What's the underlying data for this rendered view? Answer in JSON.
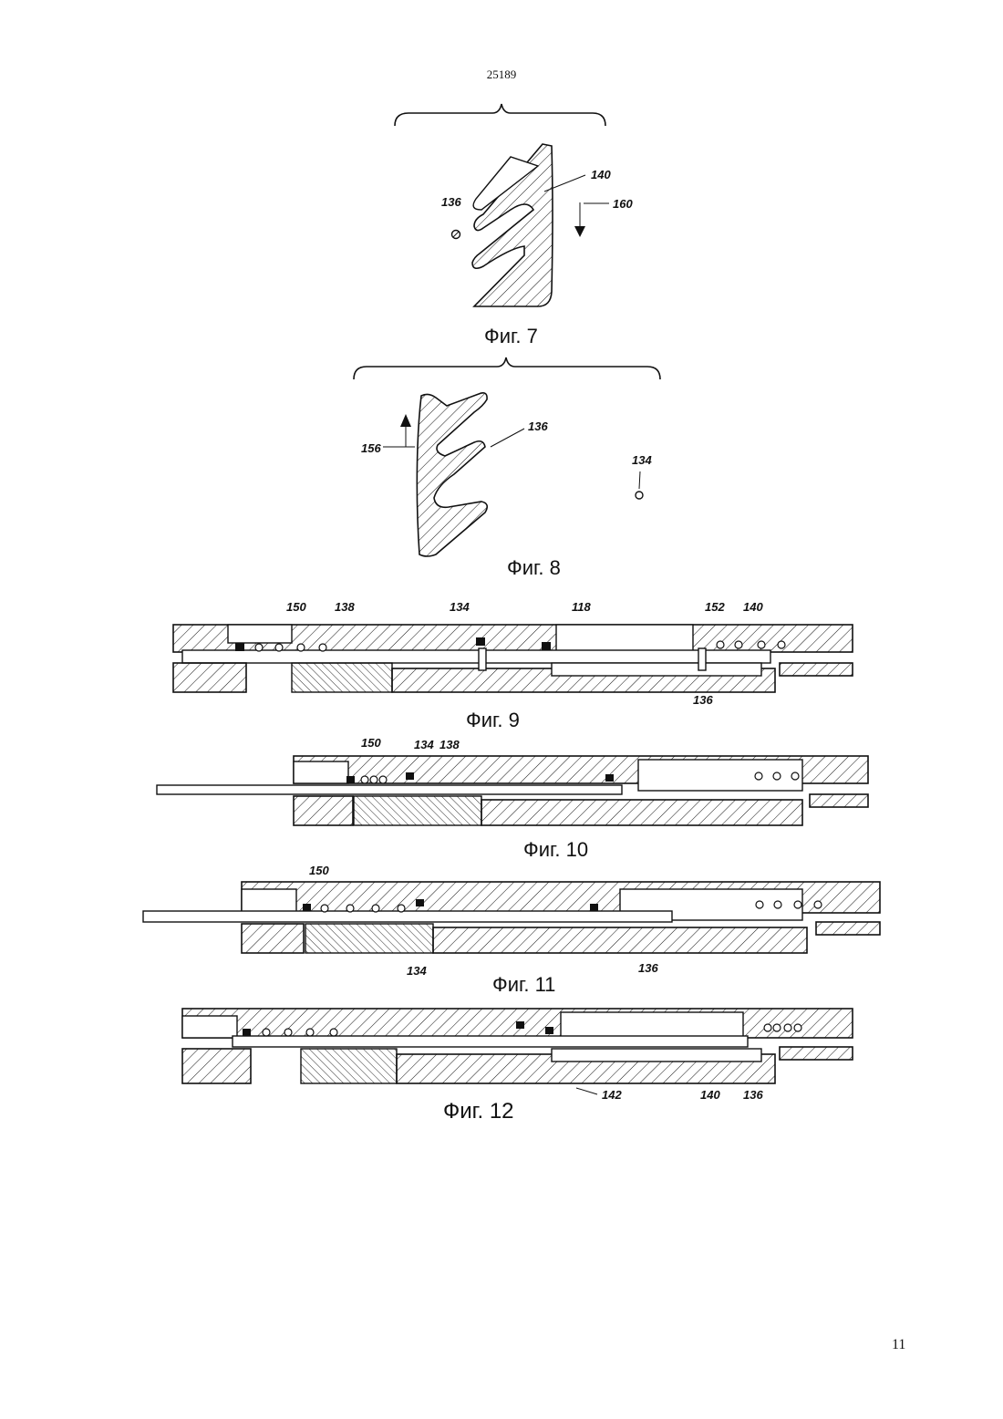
{
  "page": {
    "doc_number": "25189",
    "page_number": "11"
  },
  "figures": {
    "fig7": {
      "caption": "Фиг. 7",
      "labels": {
        "l136": "136",
        "l140": "140",
        "l160": "160"
      }
    },
    "fig8": {
      "caption": "Фиг. 8",
      "labels": {
        "l156": "156",
        "l136": "136",
        "l134": "134"
      }
    },
    "fig9": {
      "caption": "Фиг. 9",
      "labels": {
        "l150": "150",
        "l138": "138",
        "l134": "134",
        "l118": "118",
        "l152": "152",
        "l140": "140",
        "l136": "136"
      }
    },
    "fig10": {
      "caption": "Фиг. 10",
      "labels": {
        "l150": "150",
        "l134": "134",
        "l138": "138"
      }
    },
    "fig11": {
      "caption": "Фиг. 11",
      "labels": {
        "l150": "150",
        "l134": "134",
        "l136": "136"
      }
    },
    "fig12": {
      "caption": "Фиг. 12",
      "labels": {
        "l142": "142",
        "l140": "140",
        "l136": "136"
      }
    }
  }
}
